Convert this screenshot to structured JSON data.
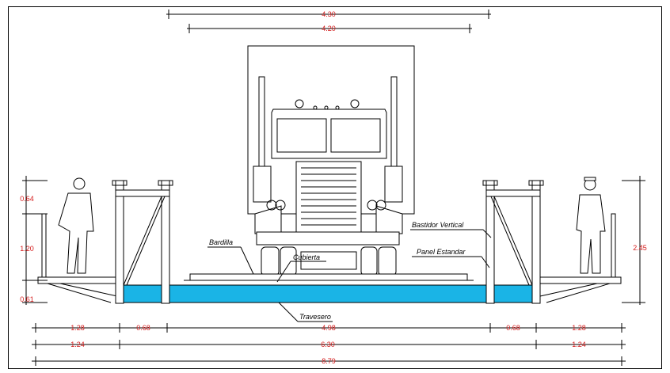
{
  "drawing": {
    "top_dims": [
      "4.30",
      "4.20"
    ],
    "left_dims": [
      "0.64",
      "1.20",
      "0.61"
    ],
    "right_dim": "2.45",
    "row1": [
      "1.28",
      "0.68",
      "4.98",
      "0.68",
      "1.28"
    ],
    "row2": [
      "1.24",
      "6.30",
      "1.24"
    ],
    "row3": "8.79",
    "labels": {
      "bardilla": "Bardilla",
      "cubierta": "Cubierta",
      "travesero": "Travesero",
      "bastidor": "Bastidor Vertical",
      "panel": "Panel Estandar"
    }
  },
  "colors": {
    "dimension": "#d41c1c",
    "crossbeam": "#1ab4e6",
    "line": "#000000"
  }
}
